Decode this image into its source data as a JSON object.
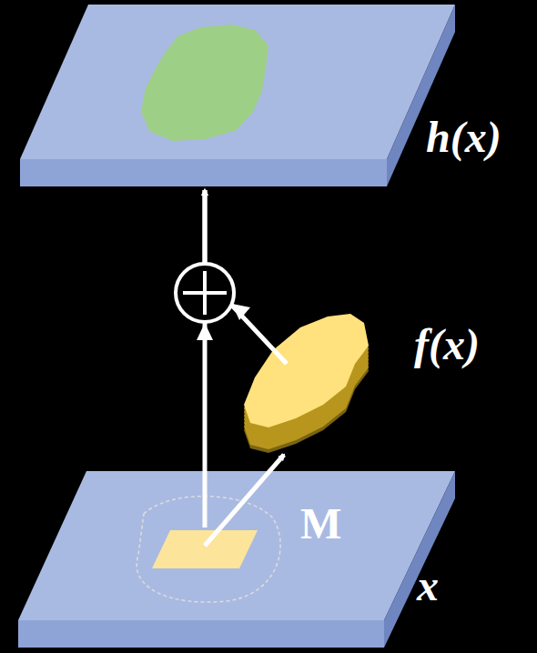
{
  "diagram": {
    "nodes": [
      {
        "text": [
          "h(x)"
        ]
      },
      {
        "text": [
          "f(x)"
        ]
      },
      {
        "text": [
          "x"
        ]
      },
      {
        "text": [
          "M"
        ],
        "in": 2
      }
    ],
    "edges": [
      {
        "from": 3,
        "to": 0,
        "arrow": "to"
      },
      {
        "from": 1,
        "to": 0,
        "arrow": "to"
      },
      {
        "from": 3,
        "to": 1,
        "arrow": "to"
      }
    ]
  }
}
